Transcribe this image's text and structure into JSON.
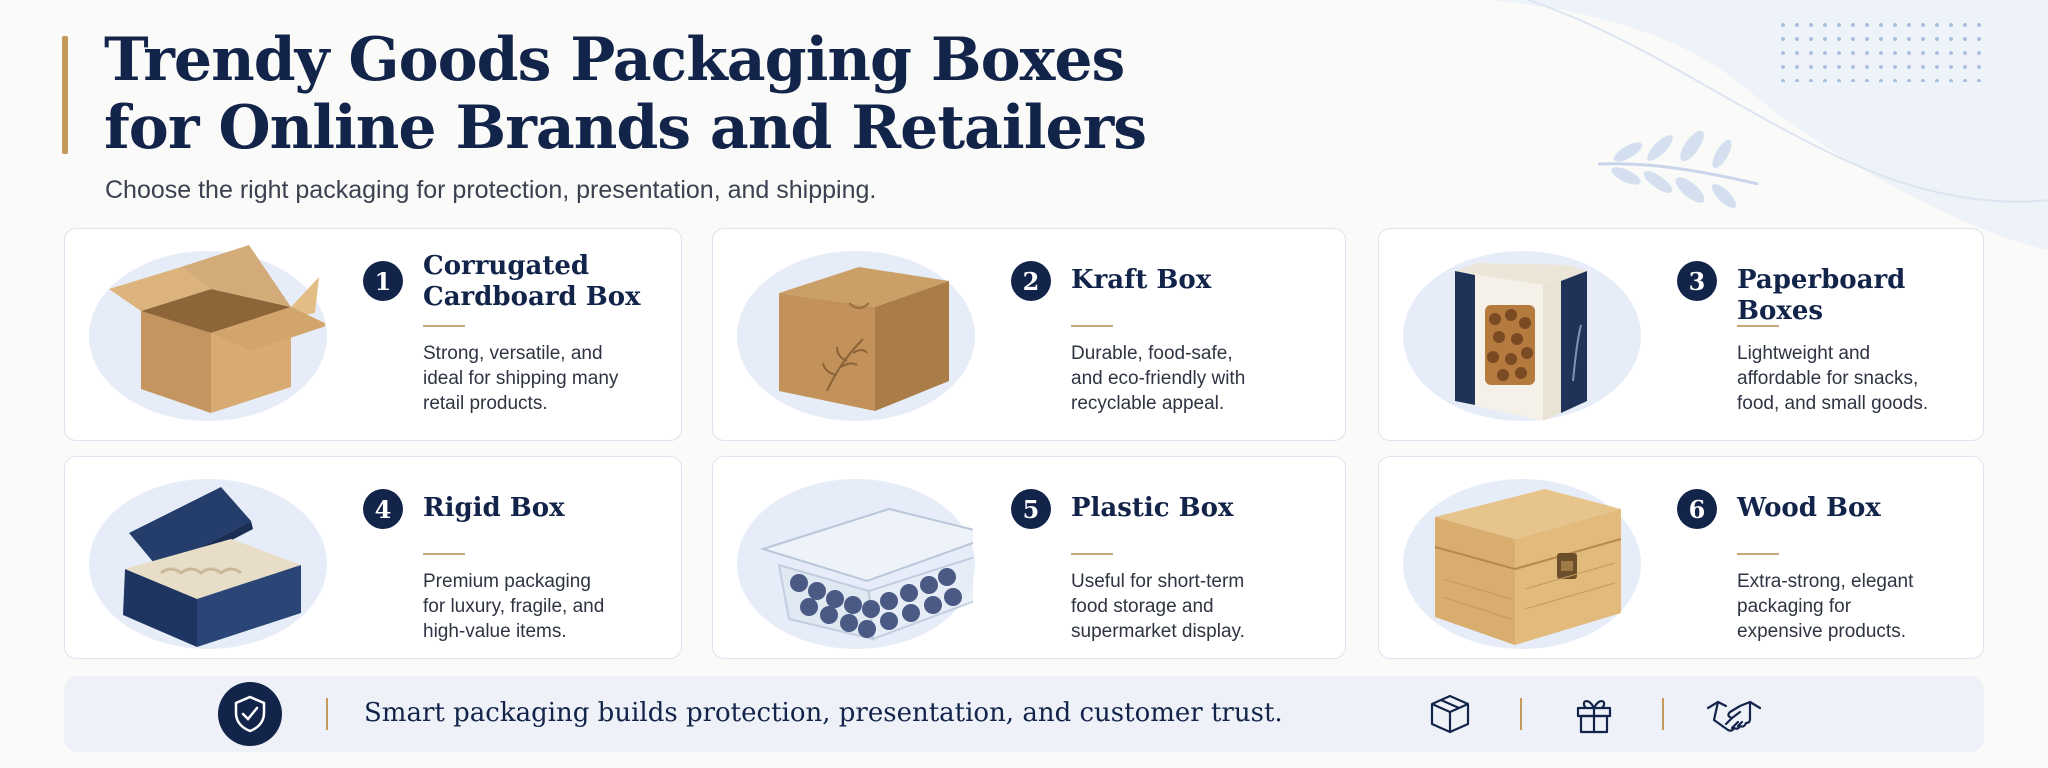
{
  "header": {
    "title_line1": "Trendy Goods Packaging Boxes",
    "title_line2": "for Online Brands and Retailers",
    "subtitle": "Choose the right packaging for protection, presentation, and shipping."
  },
  "cards": [
    {
      "number": "1",
      "title_line1": "Corrugated",
      "title_line2": "Cardboard Box",
      "desc_line1": "Strong, versatile, and",
      "desc_line2": "ideal for shipping many",
      "desc_line3": "retail products.",
      "image": "corrugated-box-image"
    },
    {
      "number": "2",
      "title": "Kraft Box",
      "desc_line1": "Durable, food-safe,",
      "desc_line2": "and eco-friendly with",
      "desc_line3": "recyclable appeal.",
      "image": "kraft-box-image"
    },
    {
      "number": "3",
      "title": "Paperboard Boxes",
      "desc_line1": "Lightweight and",
      "desc_line2": "affordable for snacks,",
      "desc_line3": "food, and small goods.",
      "image": "paperboard-box-image"
    },
    {
      "number": "4",
      "title": "Rigid Box",
      "desc_line1": "Premium packaging",
      "desc_line2": "for luxury, fragile, and",
      "desc_line3": "high-value items.",
      "image": "rigid-box-image"
    },
    {
      "number": "5",
      "title": "Plastic Box",
      "desc_line1": "Useful for short-term",
      "desc_line2": "food storage and",
      "desc_line3": "supermarket display.",
      "image": "plastic-box-image"
    },
    {
      "number": "6",
      "title": "Wood Box",
      "desc_line1": "Extra-strong, elegant",
      "desc_line2": "packaging for",
      "desc_line3": "expensive products.",
      "image": "wood-box-image"
    }
  ],
  "footer": {
    "text": "Smart packaging builds protection, presentation, and customer trust.",
    "icons": [
      "shield-check-icon",
      "package-icon",
      "gift-icon",
      "handshake-icon"
    ]
  },
  "colors": {
    "navy": "#13244a",
    "gold": "#c49a5a",
    "blob": "#e6edf8",
    "footer_bg": "#eef2f8"
  }
}
